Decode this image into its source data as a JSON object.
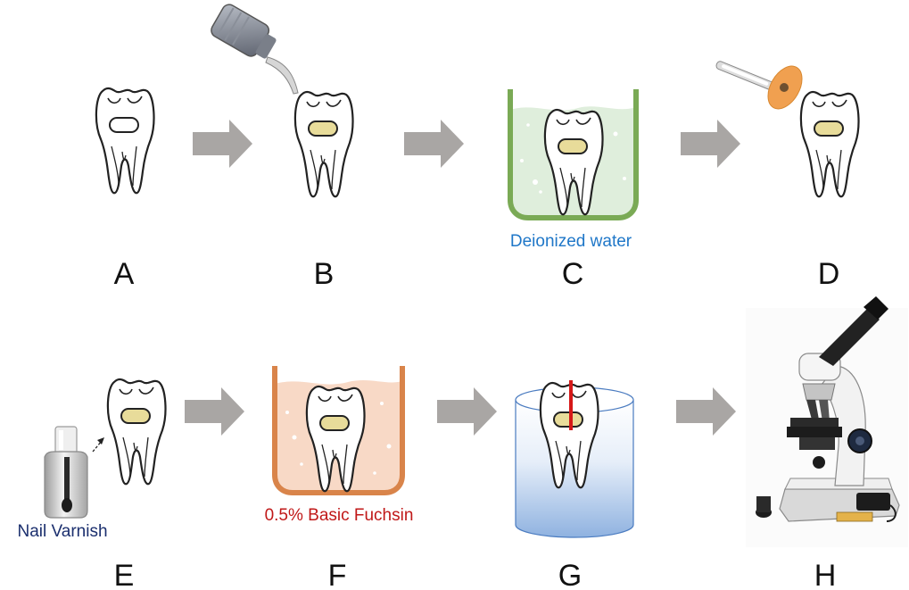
{
  "steps": [
    {
      "letter": "A"
    },
    {
      "letter": "B"
    },
    {
      "letter": "C",
      "caption": "Deionized water"
    },
    {
      "letter": "D"
    },
    {
      "letter": "E",
      "caption": "Nail Varnish"
    },
    {
      "letter": "F",
      "caption": "0.5% Basic Fuchsin"
    },
    {
      "letter": "G"
    },
    {
      "letter": "H"
    }
  ],
  "colors": {
    "arrow": "#a9a6a4",
    "restoration": "#e8dc9a",
    "water_fill": "#dfeedc",
    "water_wall": "#7aaa55",
    "water_caption": "#1f77c8",
    "fuchsin_fill": "#f8d9c6",
    "fuchsin_wall": "#d9844a",
    "fuchsin_caption": "#c01818",
    "varnish_caption": "#1b2f6e",
    "section_line": "#d61818",
    "disc": "#f0a050"
  },
  "icons": {
    "light_cure": "light-curing-unit-icon",
    "polisher": "polishing-disc-icon",
    "varnish": "nail-varnish-bottle-icon",
    "microscope": "microscope-icon"
  }
}
